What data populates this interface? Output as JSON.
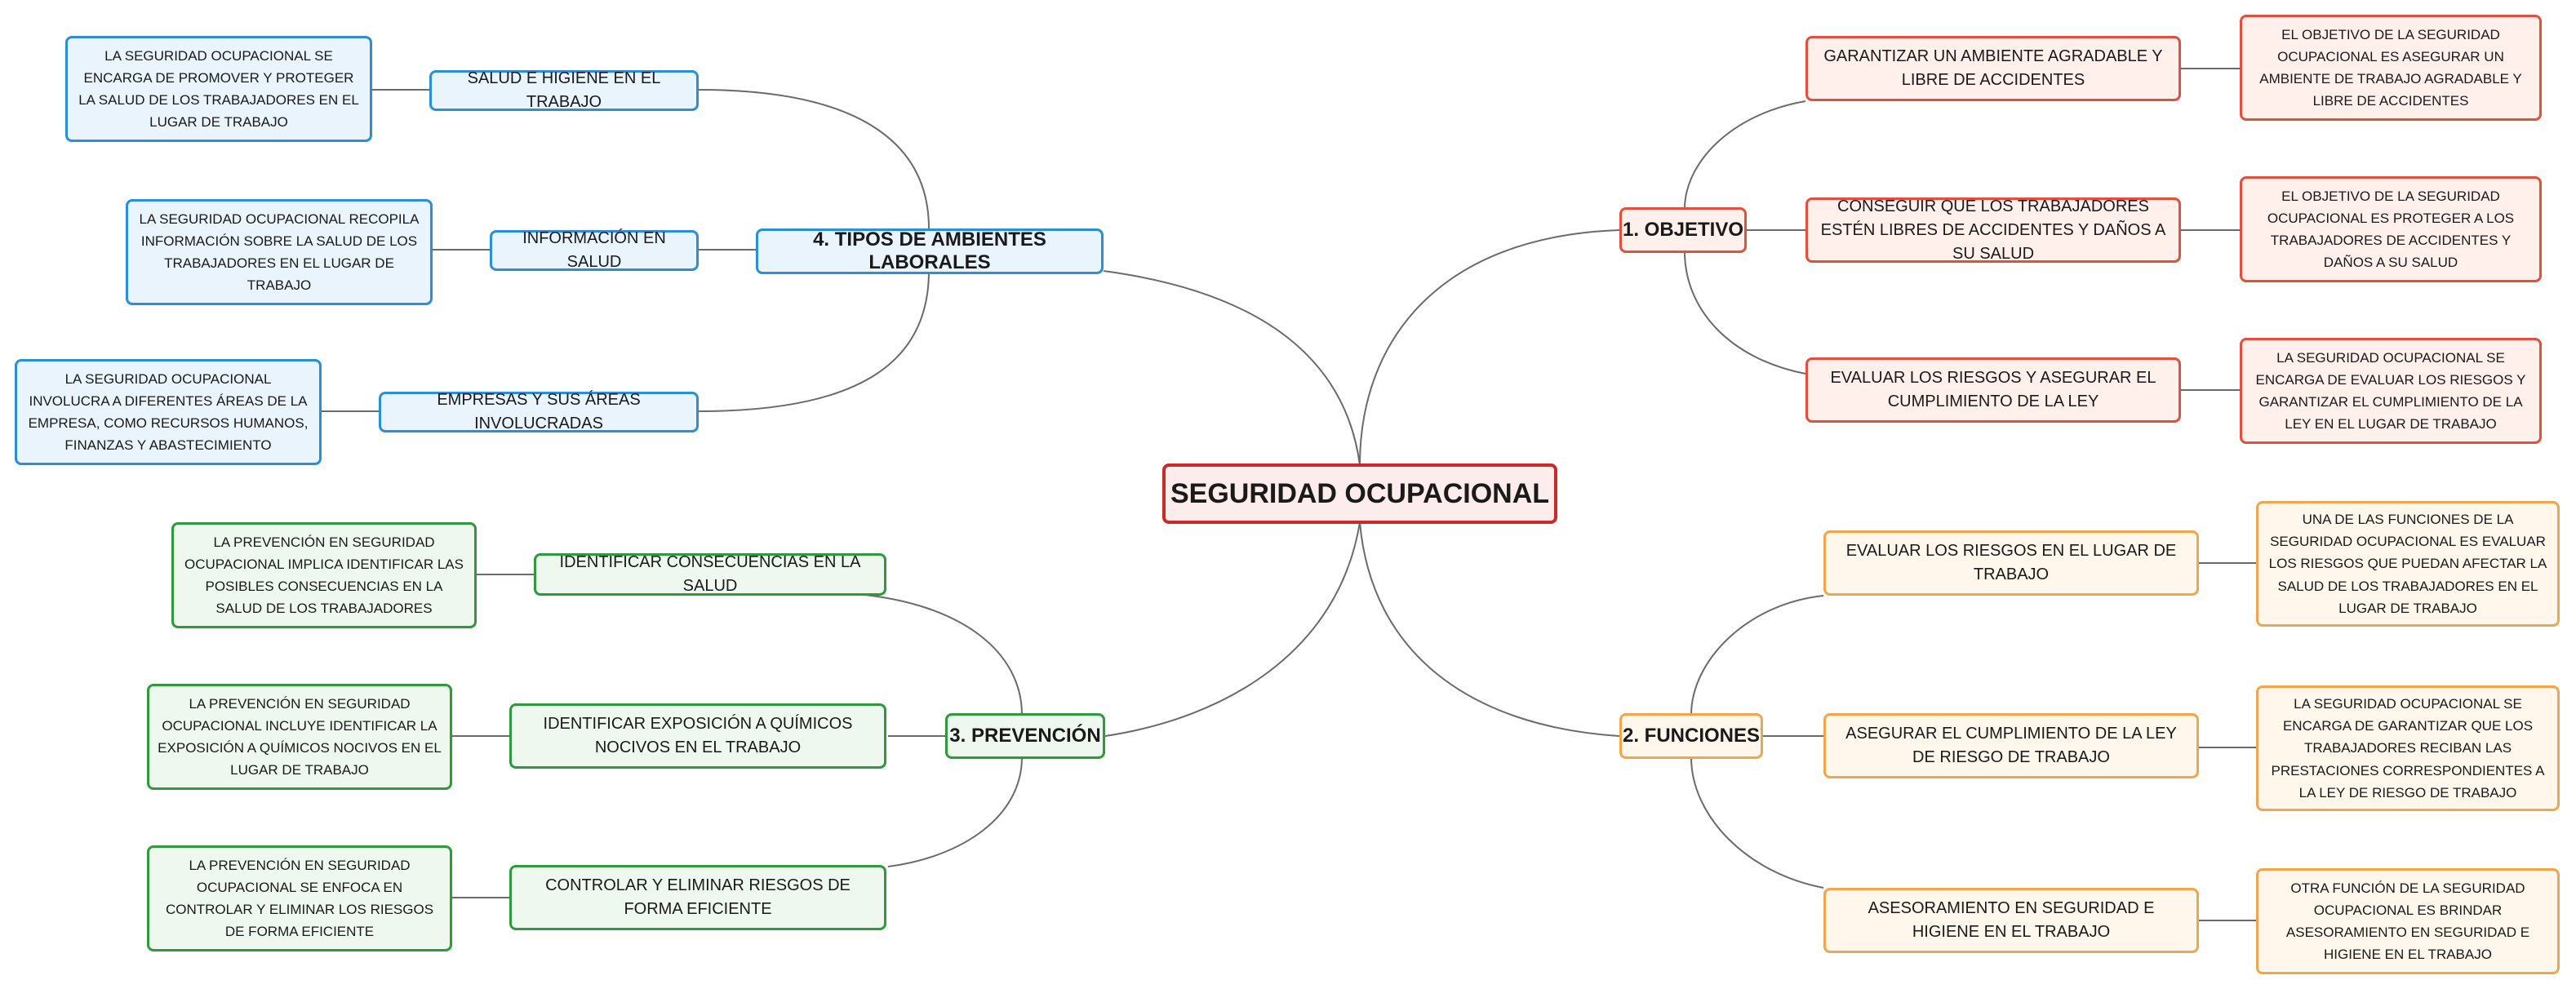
{
  "root": {
    "label": "SEGURIDAD OCUPACIONAL"
  },
  "branches": {
    "objetivo": {
      "label": "1. OBJETIVO",
      "color": "#e0503a",
      "items": [
        {
          "label": "GARANTIZAR UN AMBIENTE AGRADABLE Y LIBRE DE ACCIDENTES",
          "detail": "EL OBJETIVO DE LA SEGURIDAD OCUPACIONAL ES ASEGURAR UN AMBIENTE DE TRABAJO AGRADABLE Y LIBRE DE ACCIDENTES"
        },
        {
          "label": "CONSEGUIR QUE LOS TRABAJADORES ESTÉN LIBRES DE ACCIDENTES Y DAÑOS A SU SALUD",
          "detail": "EL OBJETIVO DE LA SEGURIDAD OCUPACIONAL ES PROTEGER A LOS TRABAJADORES DE ACCIDENTES Y DAÑOS A SU SALUD"
        },
        {
          "label": "EVALUAR LOS RIESGOS Y ASEGURAR EL CUMPLIMIENTO DE LA LEY",
          "detail": "LA SEGURIDAD OCUPACIONAL SE ENCARGA DE EVALUAR LOS RIESGOS Y GARANTIZAR EL CUMPLIMIENTO DE LA LEY EN EL LUGAR DE TRABAJO"
        }
      ]
    },
    "funciones": {
      "label": "2. FUNCIONES",
      "color": "#f0a64a",
      "items": [
        {
          "label": "EVALUAR LOS RIESGOS EN EL LUGAR DE TRABAJO",
          "detail": "UNA DE LAS FUNCIONES DE LA SEGURIDAD OCUPACIONAL ES EVALUAR LOS RIESGOS QUE PUEDAN AFECTAR LA SALUD DE LOS TRABAJADORES EN EL LUGAR DE TRABAJO"
        },
        {
          "label": "ASEGURAR EL CUMPLIMIENTO DE LA LEY DE RIESGO DE TRABAJO",
          "detail": "LA SEGURIDAD OCUPACIONAL SE ENCARGA DE GARANTIZAR QUE LOS TRABAJADORES RECIBAN LAS PRESTACIONES CORRESPONDIENTES A LA LEY DE RIESGO DE TRABAJO"
        },
        {
          "label": "ASESORAMIENTO EN SEGURIDAD E HIGIENE EN EL TRABAJO",
          "detail": "OTRA FUNCIÓN DE LA SEGURIDAD OCUPACIONAL ES BRINDAR ASESORAMIENTO EN SEGURIDAD E HIGIENE EN EL TRABAJO"
        }
      ]
    },
    "prevencion": {
      "label": "3. PREVENCIÓN",
      "color": "#2f9a3c",
      "items": [
        {
          "label": "IDENTIFICAR CONSECUENCIAS EN LA SALUD",
          "detail": "LA PREVENCIÓN EN SEGURIDAD OCUPACIONAL IMPLICA IDENTIFICAR LAS POSIBLES CONSECUENCIAS EN LA SALUD DE LOS TRABAJADORES"
        },
        {
          "label": "IDENTIFICAR EXPOSICIÓN A QUÍMICOS NOCIVOS EN EL TRABAJO",
          "detail": "LA PREVENCIÓN EN SEGURIDAD OCUPACIONAL INCLUYE IDENTIFICAR LA EXPOSICIÓN A QUÍMICOS NOCIVOS EN EL LUGAR DE TRABAJO"
        },
        {
          "label": "CONTROLAR Y ELIMINAR RIESGOS DE FORMA EFICIENTE",
          "detail": "LA PREVENCIÓN EN SEGURIDAD OCUPACIONAL SE ENFOCA EN CONTROLAR Y ELIMINAR LOS RIESGOS DE FORMA EFICIENTE"
        }
      ]
    },
    "tipos": {
      "label": "4. TIPOS DE AMBIENTES LABORALES",
      "color": "#2a8fd8",
      "items": [
        {
          "label": "SALUD E HIGIENE EN EL TRABAJO",
          "detail": "LA SEGURIDAD OCUPACIONAL SE ENCARGA DE PROMOVER Y PROTEGER LA SALUD DE LOS TRABAJADORES EN EL LUGAR DE TRABAJO"
        },
        {
          "label": "INFORMACIÓN EN SALUD",
          "detail": "LA SEGURIDAD OCUPACIONAL RECOPILA INFORMACIÓN SOBRE LA SALUD DE LOS TRABAJADORES EN EL LUGAR DE TRABAJO"
        },
        {
          "label": "EMPRESAS Y SUS ÁREAS INVOLUCRADAS",
          "detail": "LA SEGURIDAD OCUPACIONAL INVOLUCRA A DIFERENTES ÁREAS DE LA EMPRESA, COMO RECURSOS HUMANOS, FINANZAS Y ABASTECIMIENTO"
        }
      ]
    }
  }
}
